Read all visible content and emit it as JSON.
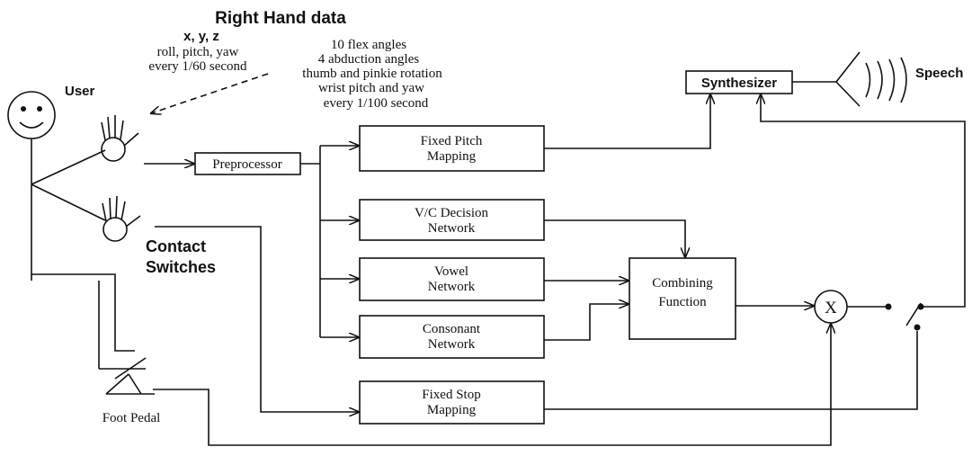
{
  "title": "Right Hand data",
  "right_hand_data_lines": [
    "x, y, z",
    "roll, pitch, yaw",
    "every 1/60 second"
  ],
  "glove_data_lines": [
    "10 flex angles",
    "4 abduction angles",
    "thumb and pinkie rotation",
    "wrist pitch and yaw",
    "every 1/100 second"
  ],
  "labels": {
    "user": "User",
    "contact_switches": [
      "Contact",
      "Switches"
    ],
    "foot_pedal": "Foot Pedal",
    "speech": "Speech",
    "multiplier": "X"
  },
  "boxes": {
    "preprocessor": [
      "Preprocessor"
    ],
    "synthesizer": [
      "Synthesizer"
    ],
    "fixed_pitch": [
      "Fixed Pitch",
      "Mapping"
    ],
    "vc_decision": [
      "V/C Decision",
      "Network"
    ],
    "vowel": [
      "Vowel",
      "Network"
    ],
    "consonant": [
      "Consonant",
      "Network"
    ],
    "combining": [
      "Combining",
      "Function"
    ],
    "fixed_stop": [
      "Fixed Stop",
      "Mapping"
    ]
  }
}
